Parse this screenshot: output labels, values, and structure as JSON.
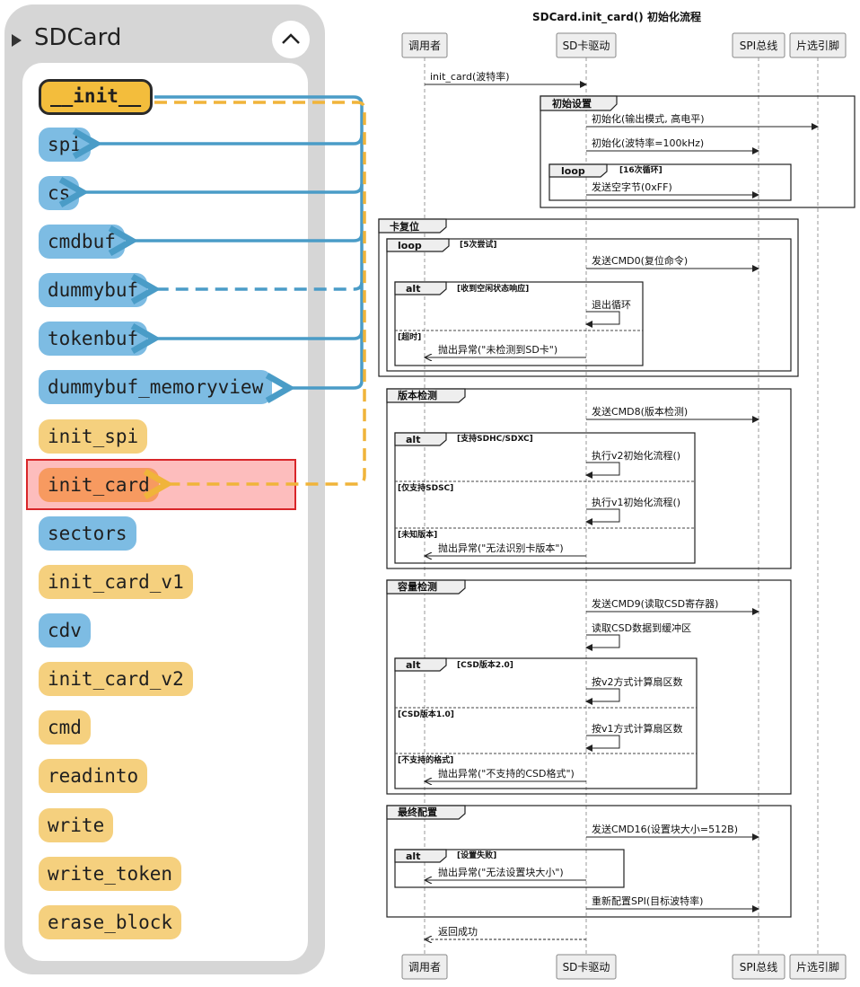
{
  "class_panel": {
    "title": "SDCard",
    "members": [
      {
        "label": "__init__",
        "style": "init"
      },
      {
        "label": "spi",
        "style": "blue"
      },
      {
        "label": "cs",
        "style": "blue"
      },
      {
        "label": "cmdbuf",
        "style": "blue"
      },
      {
        "label": "dummybuf",
        "style": "blue"
      },
      {
        "label": "tokenbuf",
        "style": "blue"
      },
      {
        "label": "dummybuf_memoryview",
        "style": "blue"
      },
      {
        "label": "init_spi",
        "style": "yellow"
      },
      {
        "label": "init_card",
        "style": "selected"
      },
      {
        "label": "sectors",
        "style": "blue"
      },
      {
        "label": "init_card_v1",
        "style": "yellow"
      },
      {
        "label": "cdv",
        "style": "blue"
      },
      {
        "label": "init_card_v2",
        "style": "yellow"
      },
      {
        "label": "cmd",
        "style": "yellow"
      },
      {
        "label": "readinto",
        "style": "yellow"
      },
      {
        "label": "write",
        "style": "yellow"
      },
      {
        "label": "write_token",
        "style": "yellow"
      },
      {
        "label": "erase_block",
        "style": "yellow"
      }
    ],
    "colors": {
      "blue": "#7dbce3",
      "yellow": "#f5d07e",
      "selected": "#f79a60",
      "arrow_blue": "#4a9cc7",
      "arrow_yellow": "#f0b43a",
      "highlight_border": "#d8262a"
    }
  },
  "sequence": {
    "title": "SDCard.init_card() 初始化流程",
    "participants": [
      "调用者",
      "SD卡驱动",
      "SPI总线",
      "片选引脚"
    ],
    "messages": {
      "m1": "init_card(波特率)",
      "m2": "初始化(输出模式, 高电平)",
      "m3": "初始化(波特率=100kHz)",
      "m4": "发送空字节(0xFF)",
      "m5": "发送CMD0(复位命令)",
      "m6": "退出循环",
      "m7": "抛出异常(\"未检测到SD卡\")",
      "m8": "发送CMD8(版本检测)",
      "m9": "执行v2初始化流程()",
      "m10": "执行v1初始化流程()",
      "m11": "抛出异常(\"无法识别卡版本\")",
      "m12": "发送CMD9(读取CSD寄存器)",
      "m13": "读取CSD数据到缓冲区",
      "m14": "按v2方式计算扇区数",
      "m15": "按v1方式计算扇区数",
      "m16": "抛出异常(\"不支持的CSD格式\")",
      "m17": "发送CMD16(设置块大小=512B)",
      "m18": "抛出异常(\"无法设置块大小\")",
      "m19": "重新配置SPI(目标波特率)",
      "m20": "返回成功"
    },
    "frames": {
      "f1": "初始设置",
      "f2": "loop",
      "f2c": "[16次循环]",
      "f3": "卡复位",
      "f4": "loop",
      "f4c": "[5次尝试]",
      "f5": "alt",
      "f5c": "[收到空闲状态响应]",
      "f5e": "[超时]",
      "f6": "版本检测",
      "f7": "alt",
      "f7c": "[支持SDHC/SDXC]",
      "f7e1": "[仅支持SDSC]",
      "f7e2": "[未知版本]",
      "f8": "容量检测",
      "f9": "alt",
      "f9c": "[CSD版本2.0]",
      "f9e1": "[CSD版本1.0]",
      "f9e2": "[不支持的格式]",
      "f10": "最终配置",
      "f11": "alt",
      "f11c": "[设置失败]"
    }
  }
}
